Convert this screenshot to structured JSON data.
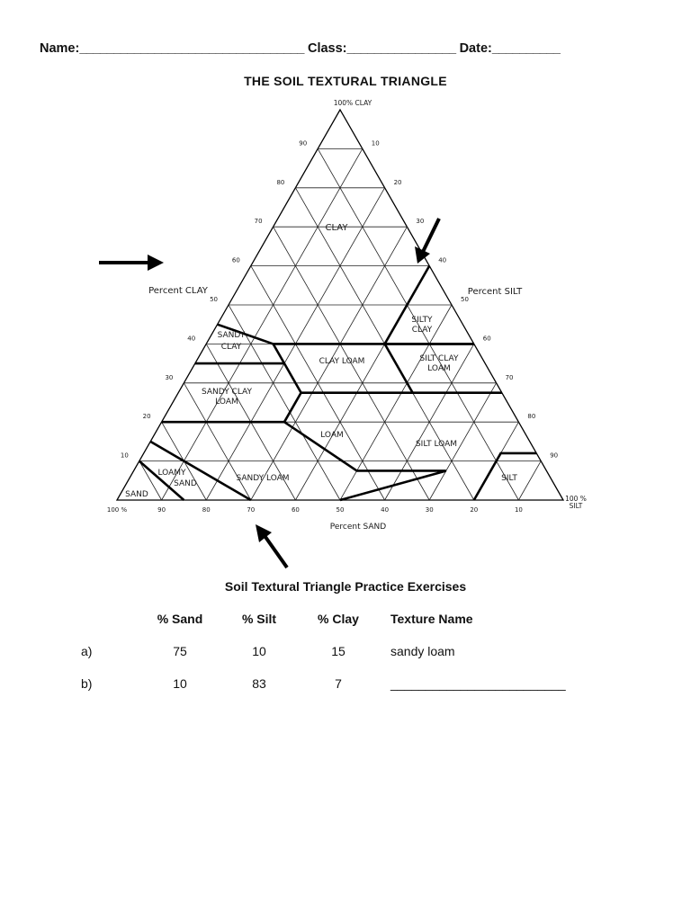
{
  "header": {
    "name_label": "Name:",
    "name_blank": "_________________________________",
    "class_label": "Class:",
    "class_blank": "________________",
    "date_label": "Date:",
    "date_blank": "__________"
  },
  "title": "THE SOIL TEXTURAL TRIANGLE",
  "triangle": {
    "apex_label": "100% CLAY",
    "corner_silt_label_1": "100 %",
    "corner_silt_label_2": "SILT",
    "left_axis_label": "Percent CLAY",
    "right_axis_label": "Percent SILT",
    "bottom_axis_label": "Percent SAND",
    "left_ticks": [
      "90",
      "80",
      "70",
      "60",
      "50",
      "40",
      "30",
      "20",
      "10"
    ],
    "right_ticks": [
      "10",
      "20",
      "30",
      "40",
      "50",
      "60",
      "70",
      "80",
      "90"
    ],
    "bottom_ticks": [
      "100 %",
      "90",
      "80",
      "70",
      "60",
      "50",
      "40",
      "30",
      "20",
      "10"
    ],
    "regions": {
      "clay": "CLAY",
      "silty_clay_1": "SILTY",
      "silty_clay_2": "CLAY",
      "sandy_clay_1": "SANDY",
      "sandy_clay_2": "CLAY",
      "clay_loam": "CLAY LOAM",
      "silty_clay_loam_1": "SILT CLAY",
      "silty_clay_loam_2": "LOAM",
      "sandy_clay_loam_1": "SANDY CLAY",
      "sandy_clay_loam_2": "LOAM",
      "loam": "LOAM",
      "silt_loam": "SILT LOAM",
      "sandy_loam": "SANDY LOAM",
      "loamy_sand_1": "LOAMY",
      "loamy_sand_2": "SAND",
      "sand": "SAND",
      "silt": "SILT"
    }
  },
  "arrows": [
    "arrow-left-horizontal",
    "arrow-upper-right",
    "arrow-lower-bottom"
  ],
  "exercises": {
    "title": "Soil Textural Triangle Practice Exercises",
    "headers": {
      "sand": "% Sand",
      "silt": "% Silt",
      "clay": "% Clay",
      "texture": "Texture Name"
    },
    "rows": [
      {
        "letter": "a)",
        "sand": "75",
        "silt": "10",
        "clay": "15",
        "texture": "sandy loam"
      },
      {
        "letter": "b)",
        "sand": "10",
        "silt": "83",
        "clay": "7",
        "texture": "_________________________"
      }
    ]
  }
}
